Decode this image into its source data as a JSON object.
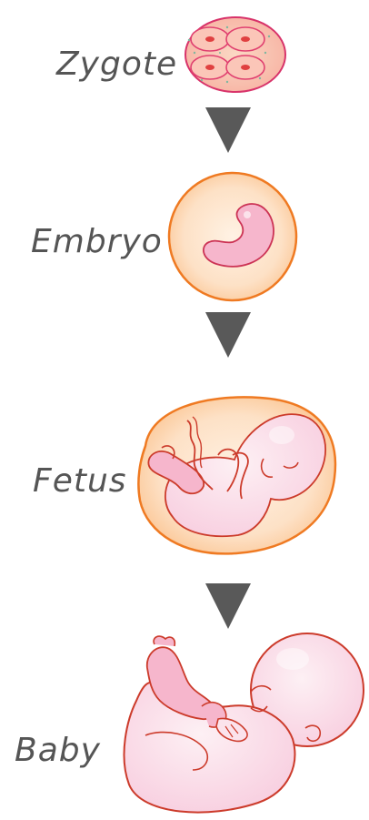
{
  "stages": [
    {
      "id": "zygote",
      "label": "Zygote"
    },
    {
      "id": "embryo",
      "label": "Embryo"
    },
    {
      "id": "fetus",
      "label": "Fetus"
    },
    {
      "id": "baby",
      "label": "Baby"
    }
  ],
  "connector_icon": "down-triangle-arrow-icon",
  "colors": {
    "label": "#555555",
    "arrow": "#595959",
    "outline_orange": "#ef7a22",
    "fill_peach": "#fdd4b0",
    "outline_red": "#cc3333",
    "skin_pink": "#f7bfd9",
    "skin_light": "#fbe3ec",
    "zygote_bg": "#f9c0b0",
    "zygote_outline": "#d8336a"
  }
}
